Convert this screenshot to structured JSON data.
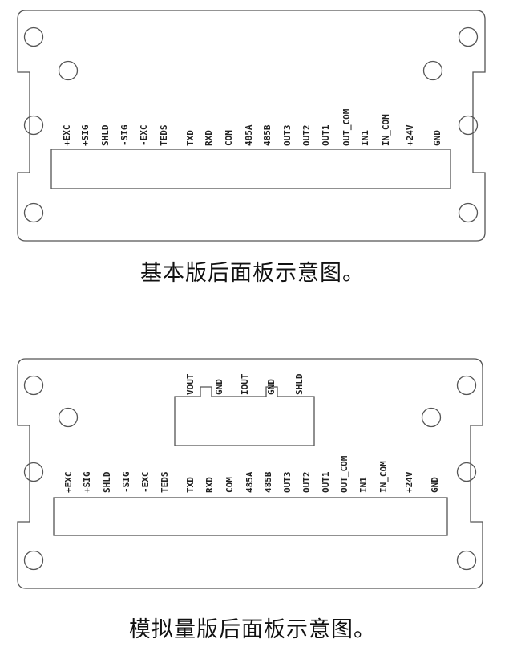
{
  "panel_basic": {
    "caption": "基本版后面板示意图。",
    "terminals": [
      "+EXC",
      "+SIG",
      "SHLD",
      "-SIG",
      "-EXC",
      "TEDS",
      "TXD",
      "RXD",
      "COM",
      "485A",
      "485B",
      "OUT3",
      "OUT2",
      "OUT1",
      "OUT_COM",
      "IN1",
      "IN_COM",
      "+24V",
      "GND"
    ]
  },
  "panel_analog": {
    "caption": "模拟量版后面板示意图。",
    "analog_terminals": [
      "VOUT",
      "GND",
      "IOUT",
      "GND",
      "SHLD"
    ],
    "terminals": [
      "+EXC",
      "+SIG",
      "SHLD",
      "-SIG",
      "-EXC",
      "TEDS",
      "TXD",
      "RXD",
      "COM",
      "485A",
      "485B",
      "OUT3",
      "OUT2",
      "OUT1",
      "OUT_COM",
      "IN1",
      "IN_COM",
      "+24V",
      "GND"
    ]
  }
}
